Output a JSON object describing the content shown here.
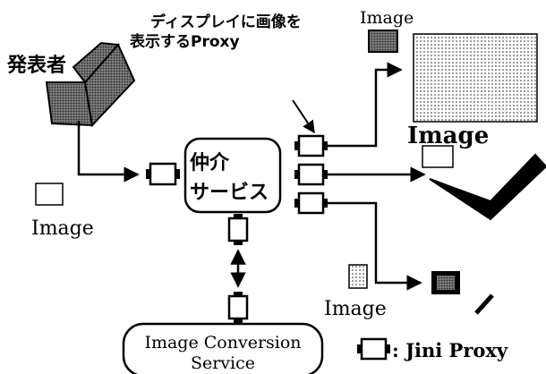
{
  "labels": {
    "presenter": "発表者",
    "image_left": "Image",
    "image_top": "Image",
    "image_mid": "Image",
    "image_low": "Image",
    "broker_line1": "仲介",
    "broker_line2": "サービス",
    "display_proxy_line1": "ディスプレイに画像を",
    "display_proxy_line2": "表示するProxy",
    "conversion_line1": "Image Conversion",
    "conversion_line2": "Service",
    "legend": ": Jini Proxy"
  },
  "colors": {
    "ink": "#000000",
    "paper": "#ffffff",
    "dotted": "#9a9a9a"
  }
}
